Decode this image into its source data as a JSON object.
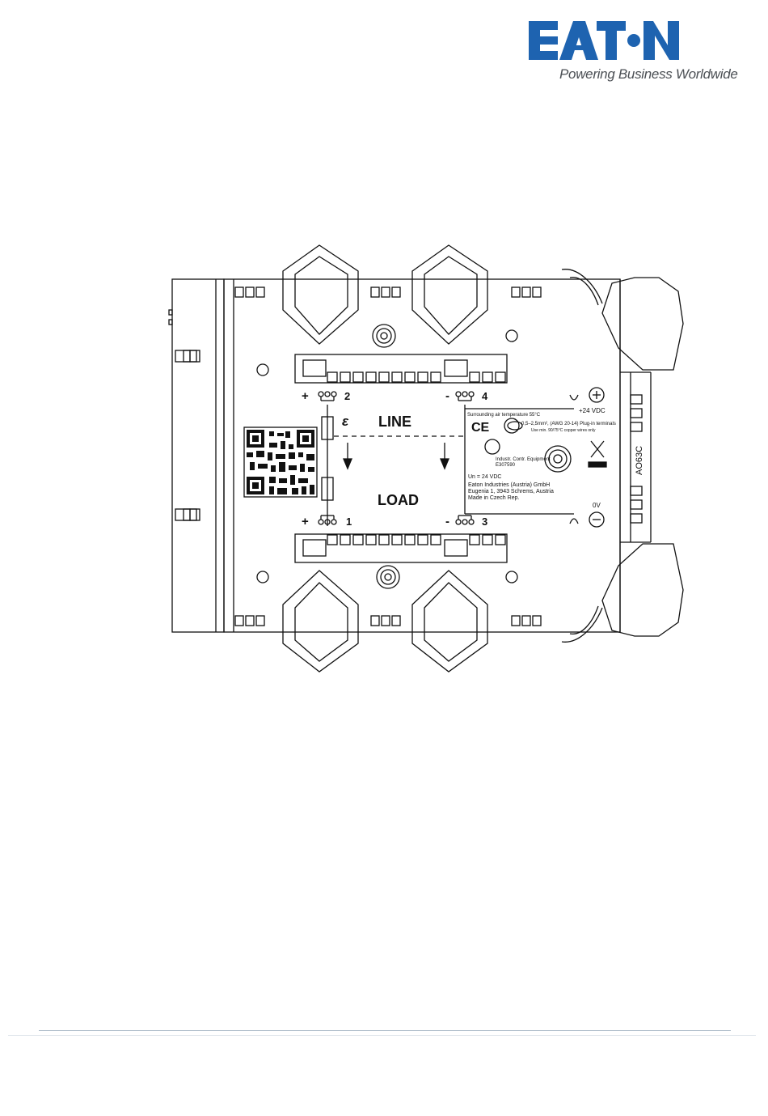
{
  "header": {
    "brand": "EATON",
    "tagline": "Powering Business Worldwide",
    "brand_color": "#1e63b0"
  },
  "drawing": {
    "terminals": {
      "top_left": "2",
      "top_right": "4",
      "bottom_left": "1",
      "bottom_right": "3",
      "plus": "+",
      "minus": "-"
    },
    "line_label": "LINE",
    "load_label": "LOAD",
    "e_symbol": "ε",
    "supply_plus": "+24 VDC",
    "supply_minus": "0V",
    "side_code": "AO63C",
    "label_texts": {
      "temp": "Surrounding air temperature 55°C",
      "wire1": "0,5–2,5mm², (AWG 20-14) Plug-in terminals",
      "wire2": "Use min. 90/75°C copper wires only",
      "ce": "CE",
      "ul_line1": "Industr. Contr. Equipment",
      "ul_line2": "E307590",
      "un": "Un = 24 VDC",
      "addr1": "Eaton Industries (Austria) GmbH",
      "addr2": "Eugenia 1, 3943 Schrems, Austria",
      "addr3": "Made in Czech Rep."
    }
  }
}
